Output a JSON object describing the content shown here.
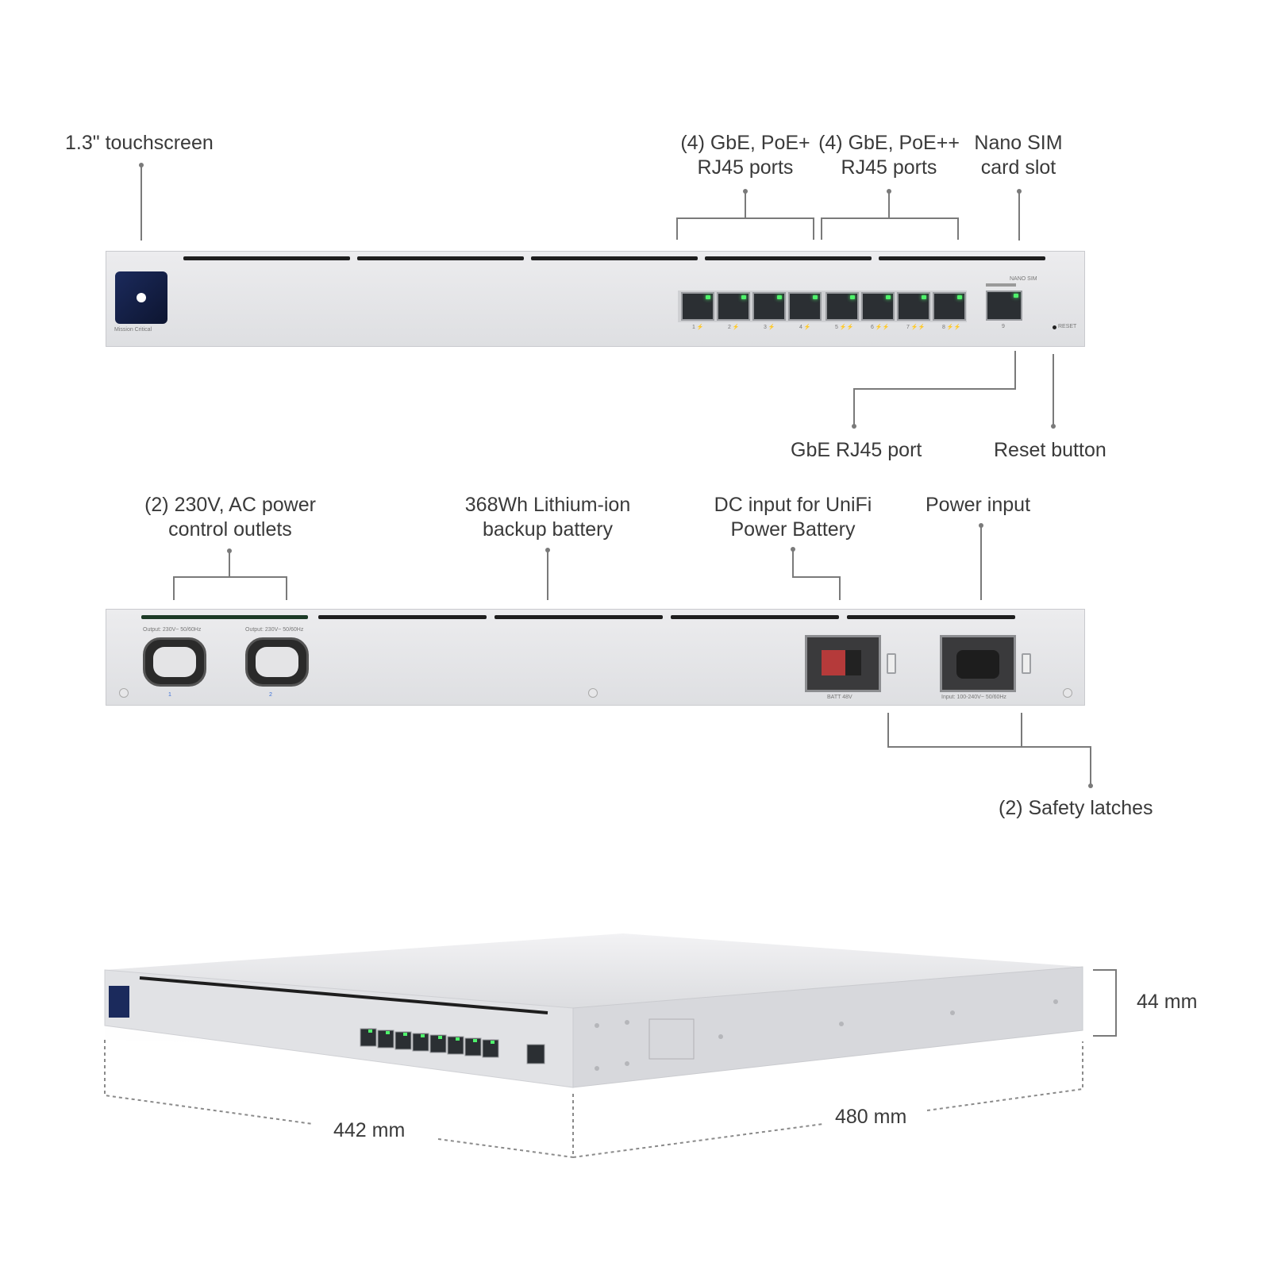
{
  "front_labels": {
    "touchscreen": "1.3\" touchscreen",
    "poe_plus_line1": "(4) GbE, PoE+",
    "poe_plus_line2": "RJ45 ports",
    "poe_plusplus_line1": "(4) GbE, PoE++",
    "poe_plusplus_line2": "RJ45 ports",
    "sim_line1": "Nano SIM",
    "sim_line2": "card slot",
    "gbe_port": "GbE RJ45 port",
    "reset": "Reset button"
  },
  "front_panel": {
    "brand_text": "Mission Critical",
    "sim_tag": "NANO SIM",
    "reset_tag": "RESET",
    "port_tags": [
      "1 ⚡",
      "2 ⚡",
      "3 ⚡",
      "4 ⚡",
      "5 ⚡⚡",
      "6 ⚡⚡",
      "7 ⚡⚡",
      "8 ⚡⚡"
    ],
    "uplink_tag": "9"
  },
  "rear_labels": {
    "outlets_line1": "(2) 230V, AC power",
    "outlets_line2": "control outlets",
    "battery_line1": "368Wh Lithium-ion",
    "battery_line2": "backup battery",
    "dc_line1": "DC input for UniFi",
    "dc_line2": "Power Battery",
    "power_input": "Power input",
    "latches": "(2) Safety latches"
  },
  "rear_panel": {
    "outlet1_tag": "Output: 230V~ 50/60Hz",
    "outlet2_tag": "Output: 230V~ 50/60Hz",
    "outlet1_num": "1",
    "outlet2_num": "2",
    "dc_tag": "BATT 48V",
    "ac_tag": "Input: 100-240V~ 50/60Hz"
  },
  "dimensions": {
    "height": "44 mm",
    "width": "442 mm",
    "depth": "480 mm"
  },
  "colors": {
    "port_led": "#4ef36b",
    "chassis": "#e3e4e7",
    "leader_line": "#7a7a7a"
  }
}
